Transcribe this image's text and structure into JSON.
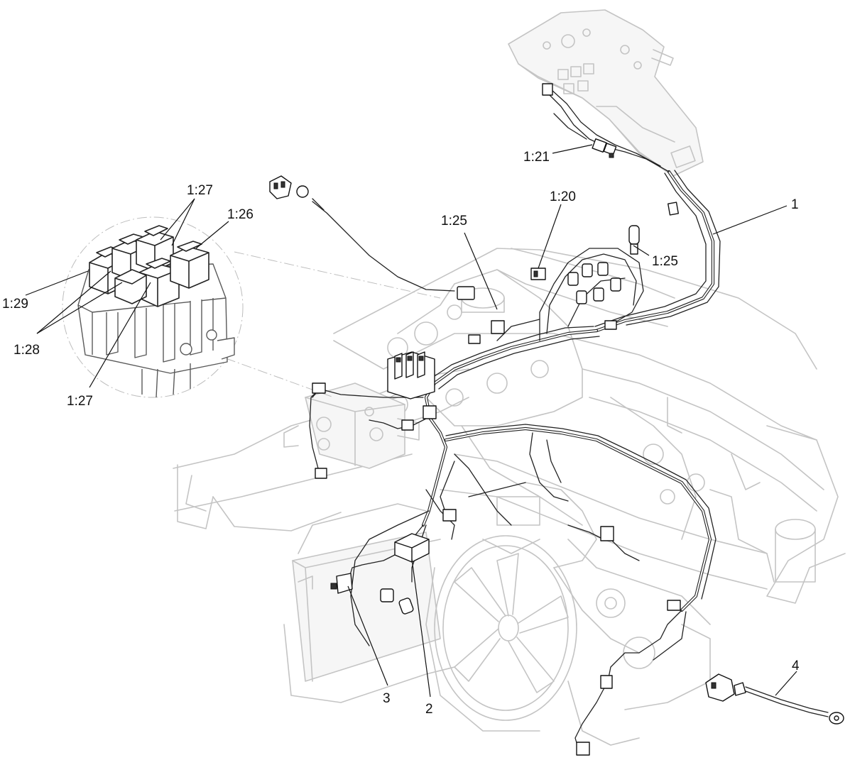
{
  "diagram": {
    "callouts": {
      "c_1_27_top": "1:27",
      "c_1_26": "1:26",
      "c_1_29": "1:29",
      "c_1_28": "1:28",
      "c_1_27_bottom": "1:27",
      "c_1_21": "1:21",
      "c_1_20": "1:20",
      "c_1_25_left": "1:25",
      "c_1_25_right": "1:25",
      "c_1": "1",
      "c_2": "2",
      "c_3": "3",
      "c_4": "4"
    }
  }
}
